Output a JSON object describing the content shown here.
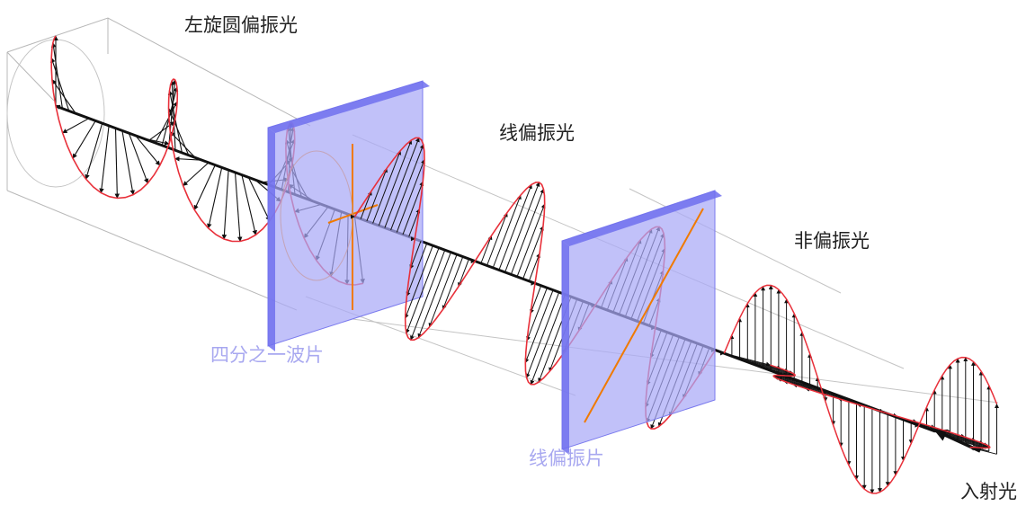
{
  "labels": {
    "circular_light": "左旋圆偏振光",
    "linear_light": "线偏振光",
    "unpolarized_light": "非偏振光",
    "incident_light": "入射光",
    "quarter_wave_plate": "四分之一波片",
    "polarizer": "线偏振片"
  },
  "colors": {
    "background": "#ffffff",
    "envelope": "#e8303a",
    "vectors": "#111111",
    "plate_fill": "#a9a9f6",
    "plate_edge": "#7070ee",
    "plate_label": "#a8a8f0",
    "axis_marker": "#f07a00",
    "box_edges": "#b8b8b8"
  }
}
